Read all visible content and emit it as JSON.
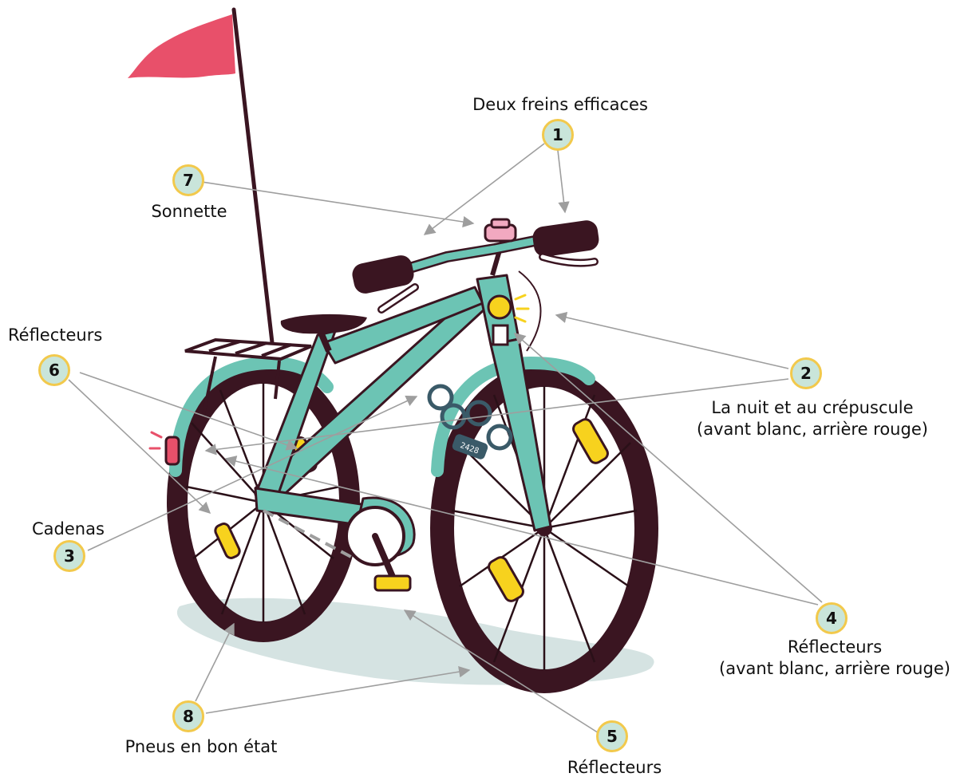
{
  "callouts": [
    {
      "number": "1",
      "label": "Deux freins efficaces",
      "sublabel": ""
    },
    {
      "number": "2",
      "label": "La nuit et au crépuscule",
      "sublabel": "(avant blanc, arrière rouge)"
    },
    {
      "number": "3",
      "label": "Cadenas",
      "sublabel": ""
    },
    {
      "number": "4",
      "label": "Réflecteurs",
      "sublabel": "(avant blanc, arrière rouge)"
    },
    {
      "number": "5",
      "label": "Réflecteurs",
      "sublabel": ""
    },
    {
      "number": "6",
      "label": "Réflecteurs",
      "sublabel": ""
    },
    {
      "number": "7",
      "label": "Sonnette",
      "sublabel": ""
    },
    {
      "number": "8",
      "label": "Pneus en bon état",
      "sublabel": ""
    }
  ],
  "lock_code": "2428",
  "colors": {
    "frame": "#6cc4b4",
    "frame_dark": "#4aa898",
    "tire": "#3a1521",
    "spoke": "#2a1018",
    "reflector": "#f7d21e",
    "flag": "#e8506a",
    "bell": "#f2a9c0",
    "shadow": "#d5e3e2",
    "badge_fill": "#c9e5da",
    "badge_ring": "#f2c94c",
    "arrow": "#9e9e9e",
    "rear_light": "#e8506a"
  }
}
